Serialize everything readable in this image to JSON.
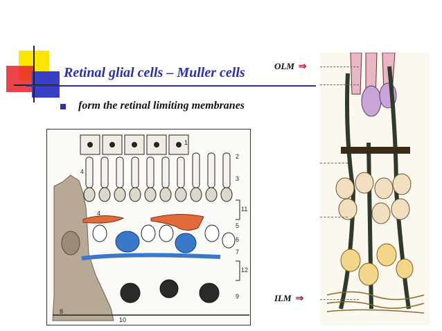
{
  "slide": {
    "title": "Retinal glial cells – Muller cells",
    "bullet": "form the retinal limiting membranes"
  },
  "figure_left": {
    "labels": [
      "1",
      "2",
      "3",
      "4",
      "4",
      "5",
      "6",
      "7",
      "8",
      "9",
      "10",
      "11",
      "12"
    ]
  },
  "figure_right": {
    "olm_label": "OLM",
    "ilm_label": "ILM",
    "arrow": "⇒"
  },
  "colors": {
    "title": "#2b2fa8",
    "accent_yellow": "#ffe600",
    "accent_red": "#e8222a",
    "accent_blue": "#2b2fa8",
    "muller_cell": "#b8a896",
    "horizontal_cell": "#e06a3a",
    "bipolar_cell": "#3a78c9"
  }
}
